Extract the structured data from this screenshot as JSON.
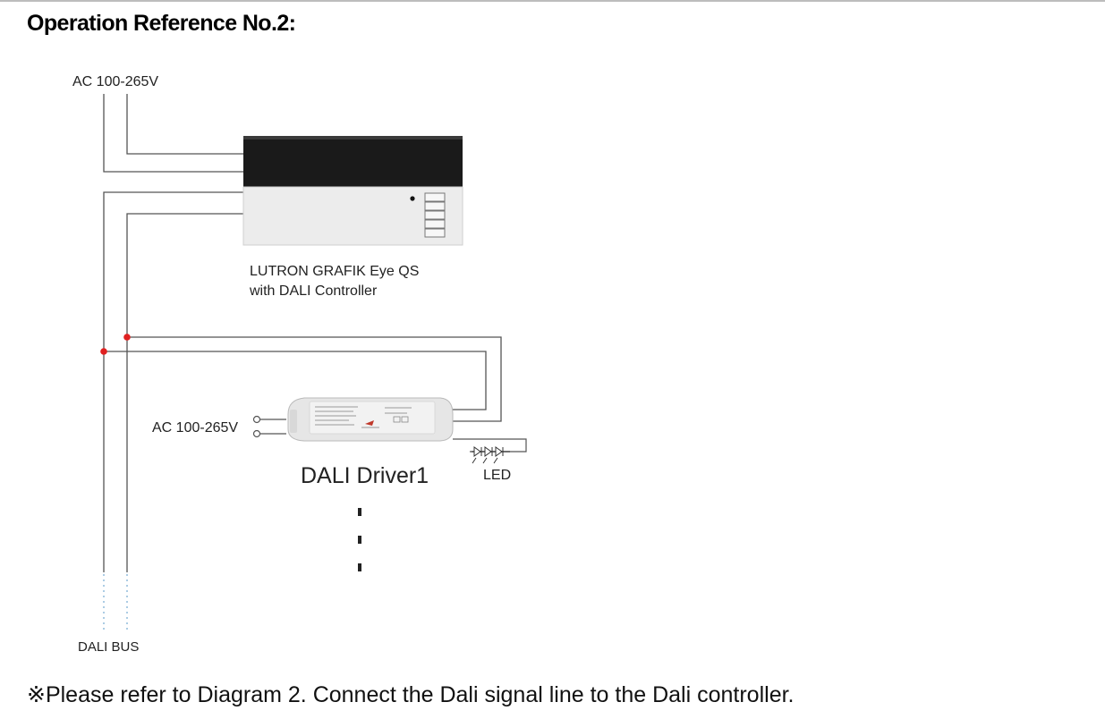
{
  "heading": "Operation Reference No.2:",
  "labels": {
    "ac_top": "AC 100-265V",
    "controller_line1": "LUTRON GRAFIK Eye QS",
    "controller_line2": "with DALI Controller",
    "ac_driver": "AC 100-265V",
    "driver": "DALI Driver1",
    "led": "LED",
    "bus": "DALI BUS"
  },
  "footnote": "※Please refer to Diagram 2. Connect the Dali signal line to the Dali controller.",
  "colors": {
    "wire": "#555555",
    "junction": "#e02020",
    "controller_top": "#1a1a1a",
    "controller_body": "#ececec",
    "driver_body": "#e6e6e6",
    "bus_dots": "#7fb0d6"
  }
}
